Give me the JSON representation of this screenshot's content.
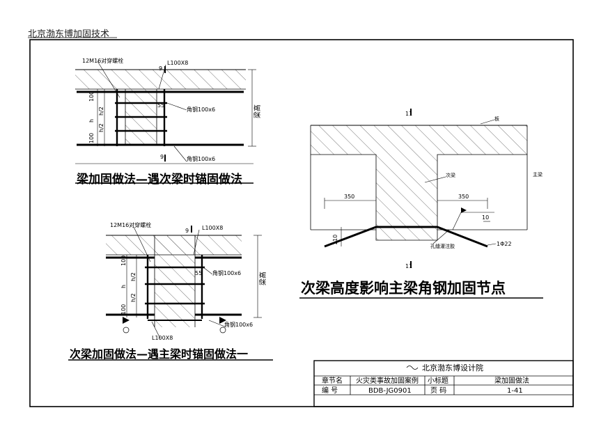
{
  "header": {
    "company": "北京渤东博加固技术"
  },
  "detail1": {
    "caption": "梁加固做法—遇次梁时锚固做法",
    "labels": {
      "bolt": "12M16对穿螺栓",
      "angle_top": "L100X8",
      "nine_top": "9",
      "nine_bottom": "9",
      "beam_height": "梁高",
      "angle_steel_mid": "角钢100x6",
      "angle_steel_bot": "角钢100x6",
      "dim_100_top": "100",
      "dim_h2_a": "h/2",
      "dim_h2_b": "h/2",
      "dim_h": "h",
      "dim_100_bot": "100",
      "dim_55": "55"
    }
  },
  "detail2": {
    "caption": "次梁加固做法—遇主梁时锚固做法一",
    "labels": {
      "bolt": "12M16对穿螺栓",
      "angle_top": "L100X8",
      "nine": "9",
      "beam_height": "梁高",
      "angle_steel_mid": "角钢100x6",
      "angle_steel_bot": "角钢100x6",
      "angle_bot": "L100X8",
      "dim_100_top": "100",
      "dim_h": "h",
      "dim_h2_a": "h/2",
      "dim_h2_b": "h/2",
      "dim_100_bot": "100",
      "dim_55": "55"
    }
  },
  "detail3": {
    "caption": "次梁高度影响主梁角钢加固节点",
    "labels": {
      "eleven_top": "11",
      "eleven_bottom": "11",
      "slab": "板",
      "main_beam": "主梁",
      "secondary_beam": "次梁",
      "dim_350_left": "350",
      "dim_350_right": "350",
      "dim_10": "10",
      "dim_110": "110",
      "rebar": "1Φ22",
      "weld_note": "孔缝灌注胶"
    }
  },
  "title_block": {
    "institute": "北京渤东博设计院",
    "row1": {
      "label_a": "章节名",
      "value_a": "火灾类事故加固案例",
      "label_b": "小标题",
      "value_b": "梁加固做法"
    },
    "row2": {
      "label_a": "编  号",
      "value_a": "BDB-JG0901",
      "label_b": "页  码",
      "value_b": "1-41"
    }
  }
}
